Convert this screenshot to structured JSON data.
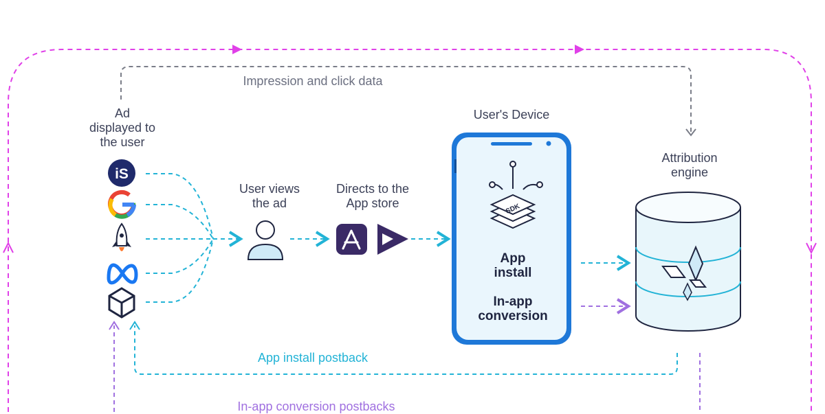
{
  "labels": {
    "impression": "Impression and click data",
    "ad_displayed": "Ad\ndisplayed to\nthe user",
    "user_views": "User views\nthe ad",
    "directs": "Directs to the\nApp store",
    "users_device": "User's Device",
    "attribution": "Attribution\nengine",
    "app_install": "App\ninstall",
    "in_app": "In-app\nconversion",
    "sdk": "SDK",
    "install_postback": "App install postback",
    "conversion_postbacks": "In-app conversion postbacks"
  },
  "icons": [
    "ironsource-icon",
    "google-icon",
    "rocket-icon",
    "meta-icon",
    "unity-icon"
  ],
  "colors": {
    "magenta": "#e040e8",
    "cyan": "#22b3d6",
    "purple": "#a070e0",
    "grey": "#7a7d88",
    "navy": "#1f2a6b",
    "store_purple": "#3a2a66",
    "phone_frame": "#1e78d8",
    "db_fill": "#e8f6fb"
  }
}
